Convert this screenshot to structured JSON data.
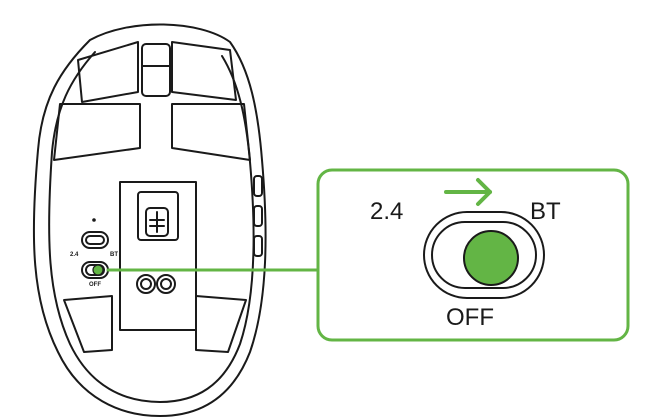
{
  "mouse_labels": {
    "left": "2.4",
    "right": "BT",
    "bottom": "OFF"
  },
  "zoom_callout": {
    "left_label": "2.4",
    "right_label": "BT",
    "bottom_label": "OFF"
  },
  "colors": {
    "accent_green": "#63b545",
    "outline": "#1a1a1a",
    "background": "#ffffff"
  },
  "icons": {
    "direction": "arrow-right-icon"
  }
}
